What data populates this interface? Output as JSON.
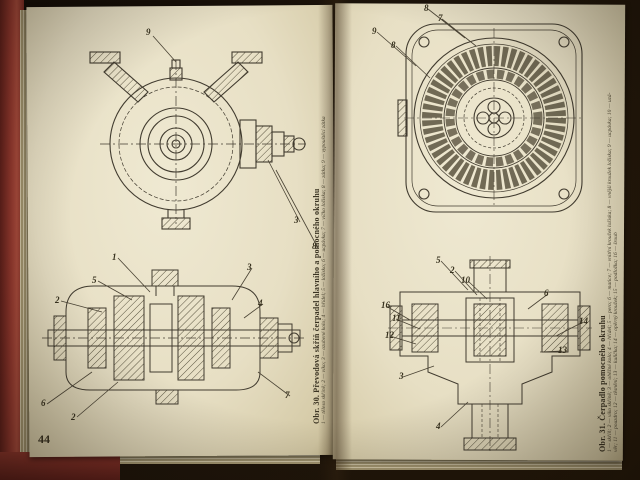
{
  "colors": {
    "page": "#e8e1c9",
    "ink": "#413b2f",
    "cover_red": "#93382e",
    "background": "#1c130a"
  },
  "left_page": {
    "page_number": "44",
    "caption_title": "Obr. 30. Převodová skříň čerpadel hlavního a pomocného okruhu",
    "caption_legend": "1 — těleso skříně; 2 — víko; 3 — ozubené kolo; 4 — hřídel; 5 — ložisko; 6 — ucpávka; 7 — víčko ložiska; 8 — zátka; 9 — vypouštěcí zátka",
    "fig_top_labels": [
      "9",
      "3",
      "8"
    ],
    "fig_bottom_labels": [
      "1",
      "5",
      "2",
      "6",
      "2",
      "3",
      "4",
      "7"
    ]
  },
  "right_page": {
    "caption_title": "Obr. 31. Čerpadlo pomocného okruhu",
    "caption_legend_1": "1 — skříň; 2 — víko skříně; 3 — oběžné kolo; 4 — hřídel; 5 — pero; 6 — matice; 7 — vnitřní kroužek ložiska; 8 — vnější kroužek ložiska; 9 — ucpávka; 10 — uzá-",
    "caption_legend_2": "věr; 11 — pouzdro; 12 — těsnění; 13 — kulička; 14 — opěrný kroužek; 15 — podložka; 16 — šroub",
    "fig_top_labels": [
      "8",
      "7",
      "9",
      "8"
    ],
    "fig_bottom_labels": [
      "5",
      "2",
      "10",
      "6",
      "16",
      "11",
      "12",
      "13",
      "14",
      "3",
      "4"
    ]
  }
}
